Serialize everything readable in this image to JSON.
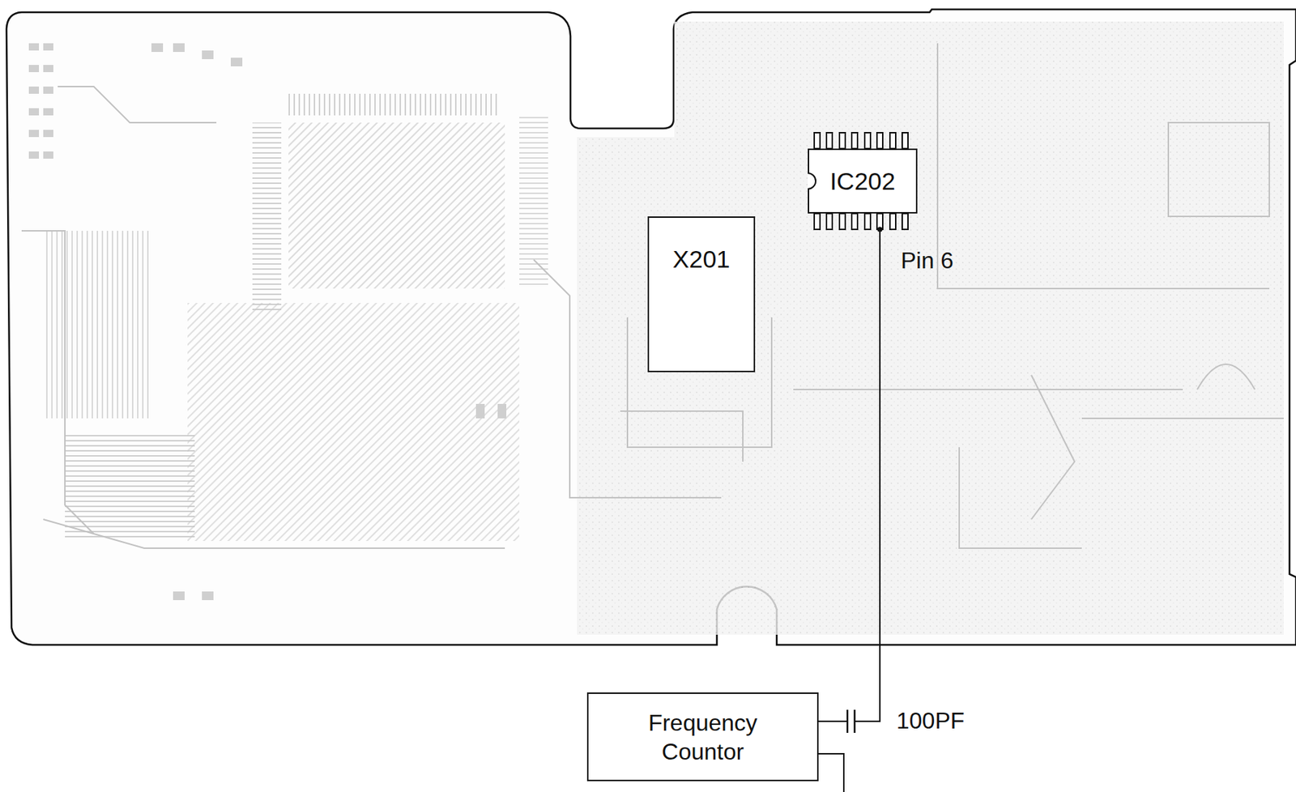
{
  "diagram": {
    "nodes": [
      {
        "text": [
          "IC202"
        ]
      },
      {
        "text": [
          "X201"
        ]
      },
      {
        "text": [
          "Frequency Countor"
        ]
      }
    ],
    "edges": [
      {
        "from": 0,
        "to": 2,
        "arrow": "none"
      }
    ],
    "labels": [
      "Pin 6",
      "100PF"
    ]
  }
}
